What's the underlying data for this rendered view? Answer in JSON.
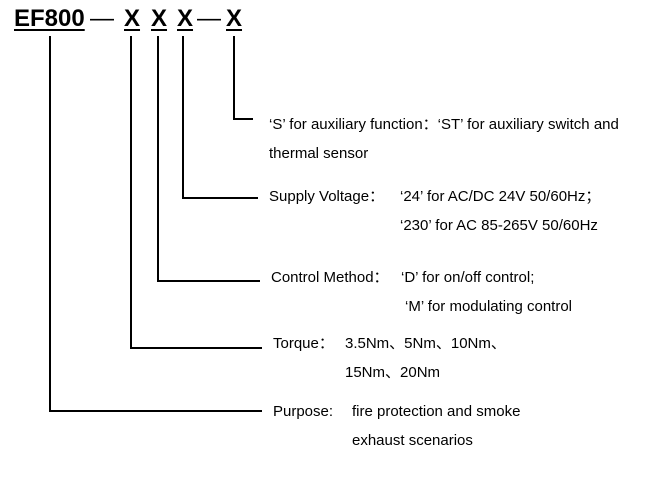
{
  "model_code": {
    "base": "EF800",
    "sep1": "—",
    "x1": "X",
    "x2": "X",
    "x3": "X",
    "sep2": "—",
    "x4": "X"
  },
  "items": {
    "auxiliary": {
      "line1": "‘S’ for auxiliary function：‘ST’ for auxiliary switch and",
      "line2": "thermal sensor"
    },
    "voltage": {
      "label": "Supply Voltage：",
      "opt1": "‘24’   for AC/DC 24V 50/60Hz；",
      "opt2": "‘230’   for AC 85-265V 50/60Hz"
    },
    "control": {
      "label": "Control Method：",
      "opt1": "‘D’ for on/off control;",
      "opt2": "‘M’ for modulating control"
    },
    "torque": {
      "label": "Torque：",
      "opt1": "3.5Nm、5Nm、10Nm、",
      "opt2": "15Nm、20Nm"
    },
    "purpose": {
      "label": "Purpose:",
      "opt1": "fire protection and smoke",
      "opt2": "exhaust scenarios"
    }
  }
}
